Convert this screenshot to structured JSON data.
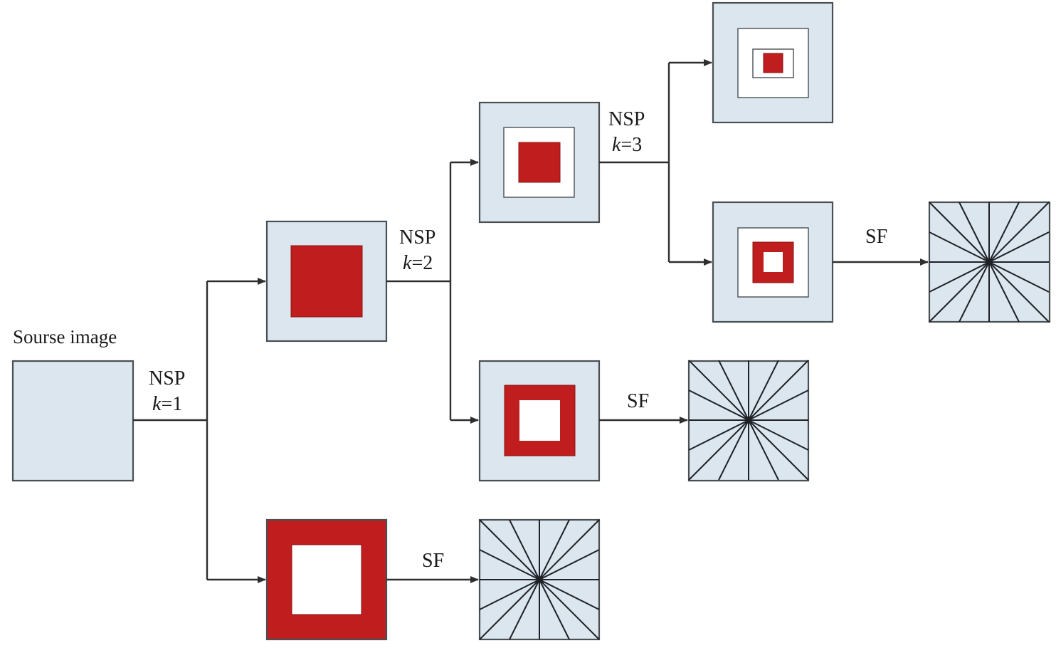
{
  "labels": {
    "source": "Sourse image",
    "nsp": "NSP",
    "k_var": "k",
    "k1": "=1",
    "k2": "=2",
    "k3": "=3",
    "sf": "SF"
  },
  "colors": {
    "panel_fill": "#dbe6ee",
    "red": "#c01d1e",
    "white": "#ffffff",
    "line": "#2e2e2e"
  },
  "nodes": [
    {
      "name": "source-image",
      "kind": "source"
    },
    {
      "name": "low-pass-level-1",
      "kind": "lowpass",
      "level": 1
    },
    {
      "name": "high-pass-level-1",
      "kind": "highpass",
      "level": 1
    },
    {
      "name": "low-pass-level-2",
      "kind": "lowpass",
      "level": 2
    },
    {
      "name": "high-pass-level-2",
      "kind": "highpass",
      "level": 2
    },
    {
      "name": "low-pass-level-3",
      "kind": "lowpass",
      "level": 3
    },
    {
      "name": "high-pass-level-3",
      "kind": "highpass",
      "level": 3
    },
    {
      "name": "directional-subbands-level-1",
      "kind": "directional",
      "level": 1
    },
    {
      "name": "directional-subbands-level-2",
      "kind": "directional",
      "level": 2
    },
    {
      "name": "directional-subbands-level-3",
      "kind": "directional",
      "level": 3
    }
  ]
}
